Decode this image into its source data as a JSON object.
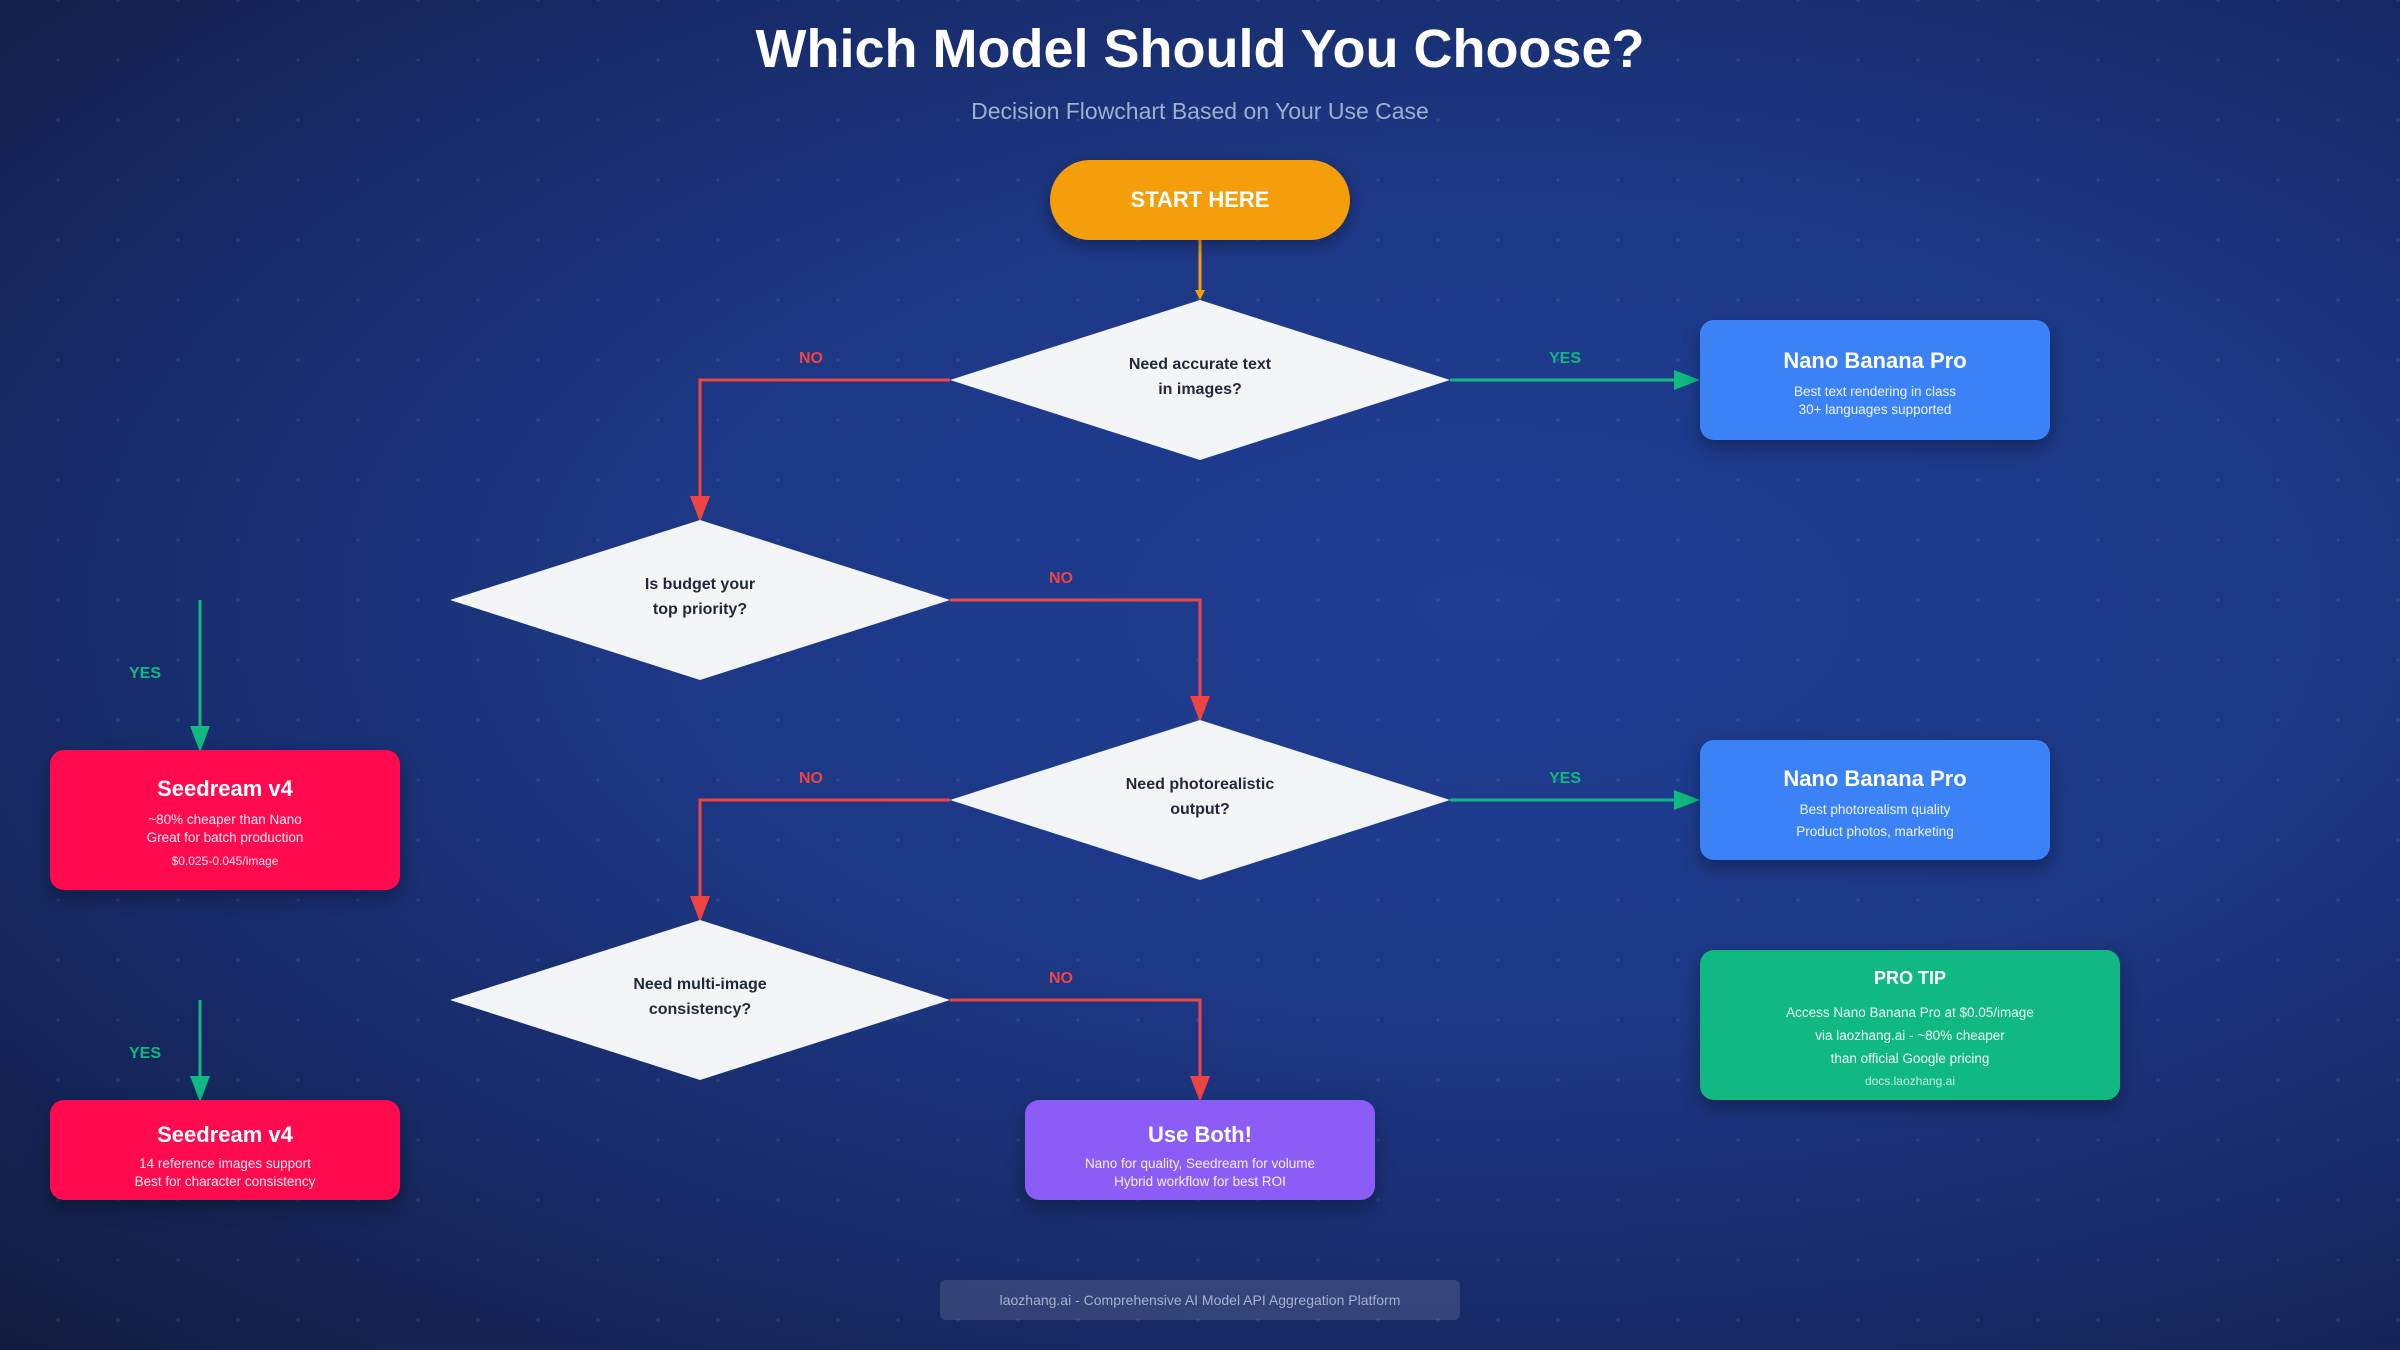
{
  "header": {
    "title": "Which Model Should You Choose?",
    "subtitle": "Decision Flowchart Based on Your Use Case"
  },
  "start": {
    "label": "START HERE"
  },
  "decisions": [
    {
      "lines": [
        "Need accurate text",
        "in images?"
      ]
    },
    {
      "lines": [
        "Is budget your",
        "top priority?"
      ]
    },
    {
      "lines": [
        "Need photorealistic",
        "output?"
      ]
    },
    {
      "lines": [
        "Need multi-image",
        "consistency?"
      ]
    }
  ],
  "outcomes": {
    "nano_text": {
      "title": "Nano Banana Pro",
      "lines": [
        "Best text rendering in class",
        "30+ languages supported"
      ]
    },
    "seedream_budget": {
      "title": "Seedream v4",
      "lines": [
        "~80% cheaper than Nano",
        "Great for batch production"
      ],
      "price": "$0.025-0.045/image"
    },
    "nano_photo": {
      "title": "Nano Banana Pro",
      "lines": [
        "Best photorealism quality",
        "Product photos, marketing"
      ]
    },
    "seedream_consistency": {
      "title": "Seedream v4",
      "lines": [
        "14 reference images support",
        "Best for character consistency"
      ]
    },
    "use_both": {
      "title": "Use Both!",
      "lines": [
        "Nano for quality, Seedream for volume",
        "Hybrid workflow for best ROI"
      ]
    }
  },
  "pro_tip": {
    "title": "PRO TIP",
    "lines": [
      "Access Nano Banana Pro at $0.05/image",
      "via laozhang.ai - ~80% cheaper",
      "than official Google pricing"
    ],
    "link": "docs.laozhang.ai"
  },
  "labels": {
    "yes": "YES",
    "no": "NO"
  },
  "footer": {
    "text": "laozhang.ai - Comprehensive AI Model API Aggregation Platform"
  },
  "colors": {
    "no_line": "#ef4444",
    "yes_line": "#10b981",
    "start_line": "#f59e0b",
    "decision_fill": "#f3f4f6"
  }
}
